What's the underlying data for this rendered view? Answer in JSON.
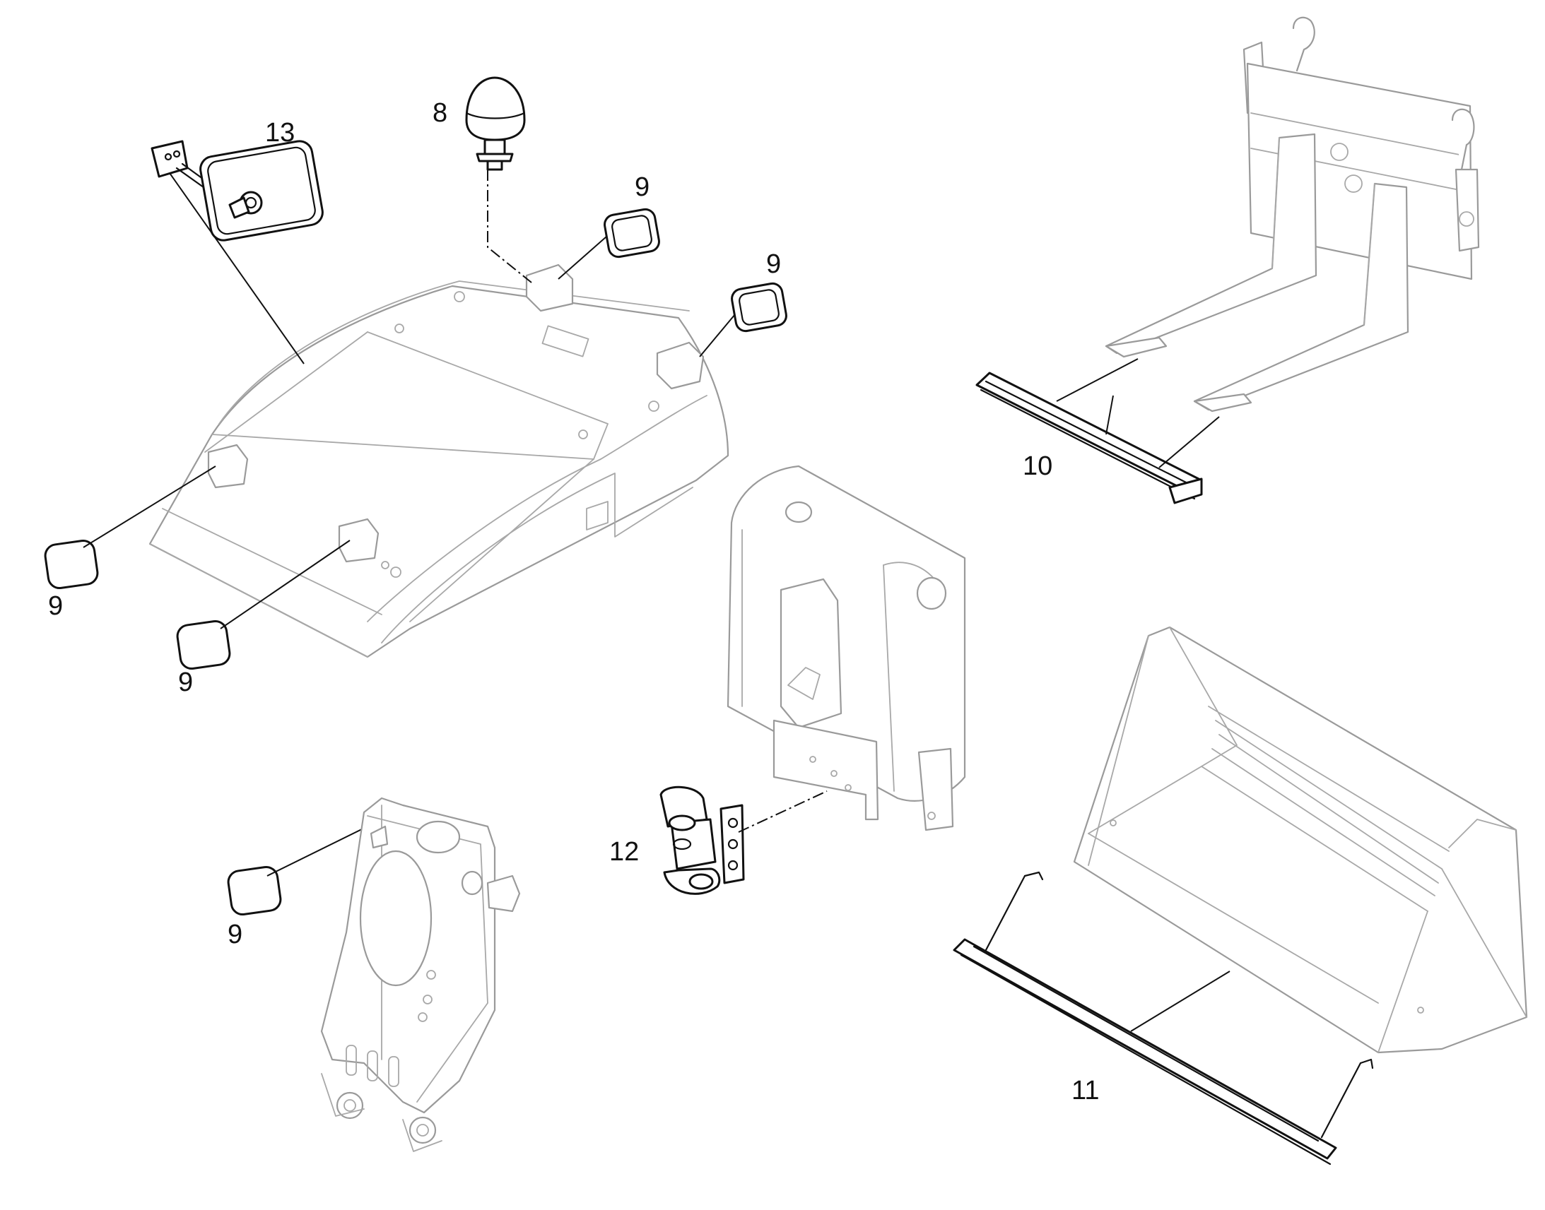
{
  "callouts": {
    "c8": "8",
    "c9a": "9",
    "c9b": "9",
    "c9c": "9",
    "c9d": "9",
    "c9e": "9",
    "c10": "10",
    "c11": "11",
    "c12": "12",
    "c13": "13"
  },
  "colors": {
    "ink": "#111111",
    "ghost": "#9a9a9a",
    "background": "#ffffff"
  }
}
